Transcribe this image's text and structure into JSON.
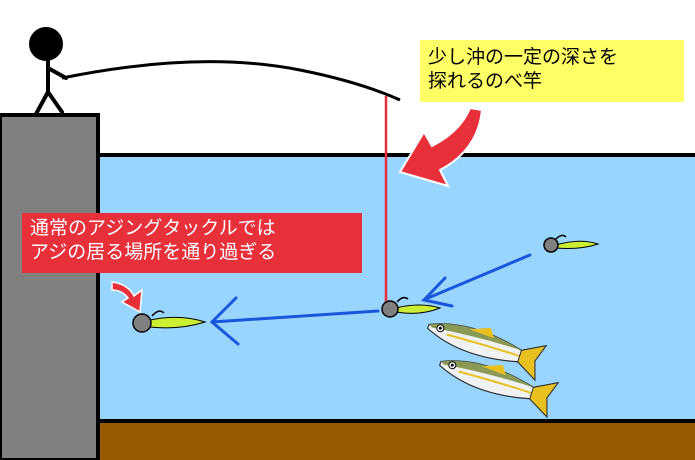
{
  "callouts": {
    "nobezao": {
      "lines": [
        "少し沖の一定の深さを",
        "探れるのべ竿"
      ]
    },
    "ajing": {
      "lines": [
        "通常のアジングタックルでは",
        "アジの居る場所を通り過ぎる"
      ]
    }
  },
  "colors": {
    "water": "#99d6ff",
    "pier": "#808080",
    "seabed": "#9a5a00",
    "callout_yellow": "#ffff66",
    "callout_red": "#e8303a",
    "arrow_red": "#e8303a",
    "arrow_blue": "#1a55dd",
    "float_line": "#e8303a",
    "lure": "#ccee33",
    "jighead": "#808080",
    "fish_back": "#8a9a55",
    "fish_fin": "#e8c020"
  }
}
